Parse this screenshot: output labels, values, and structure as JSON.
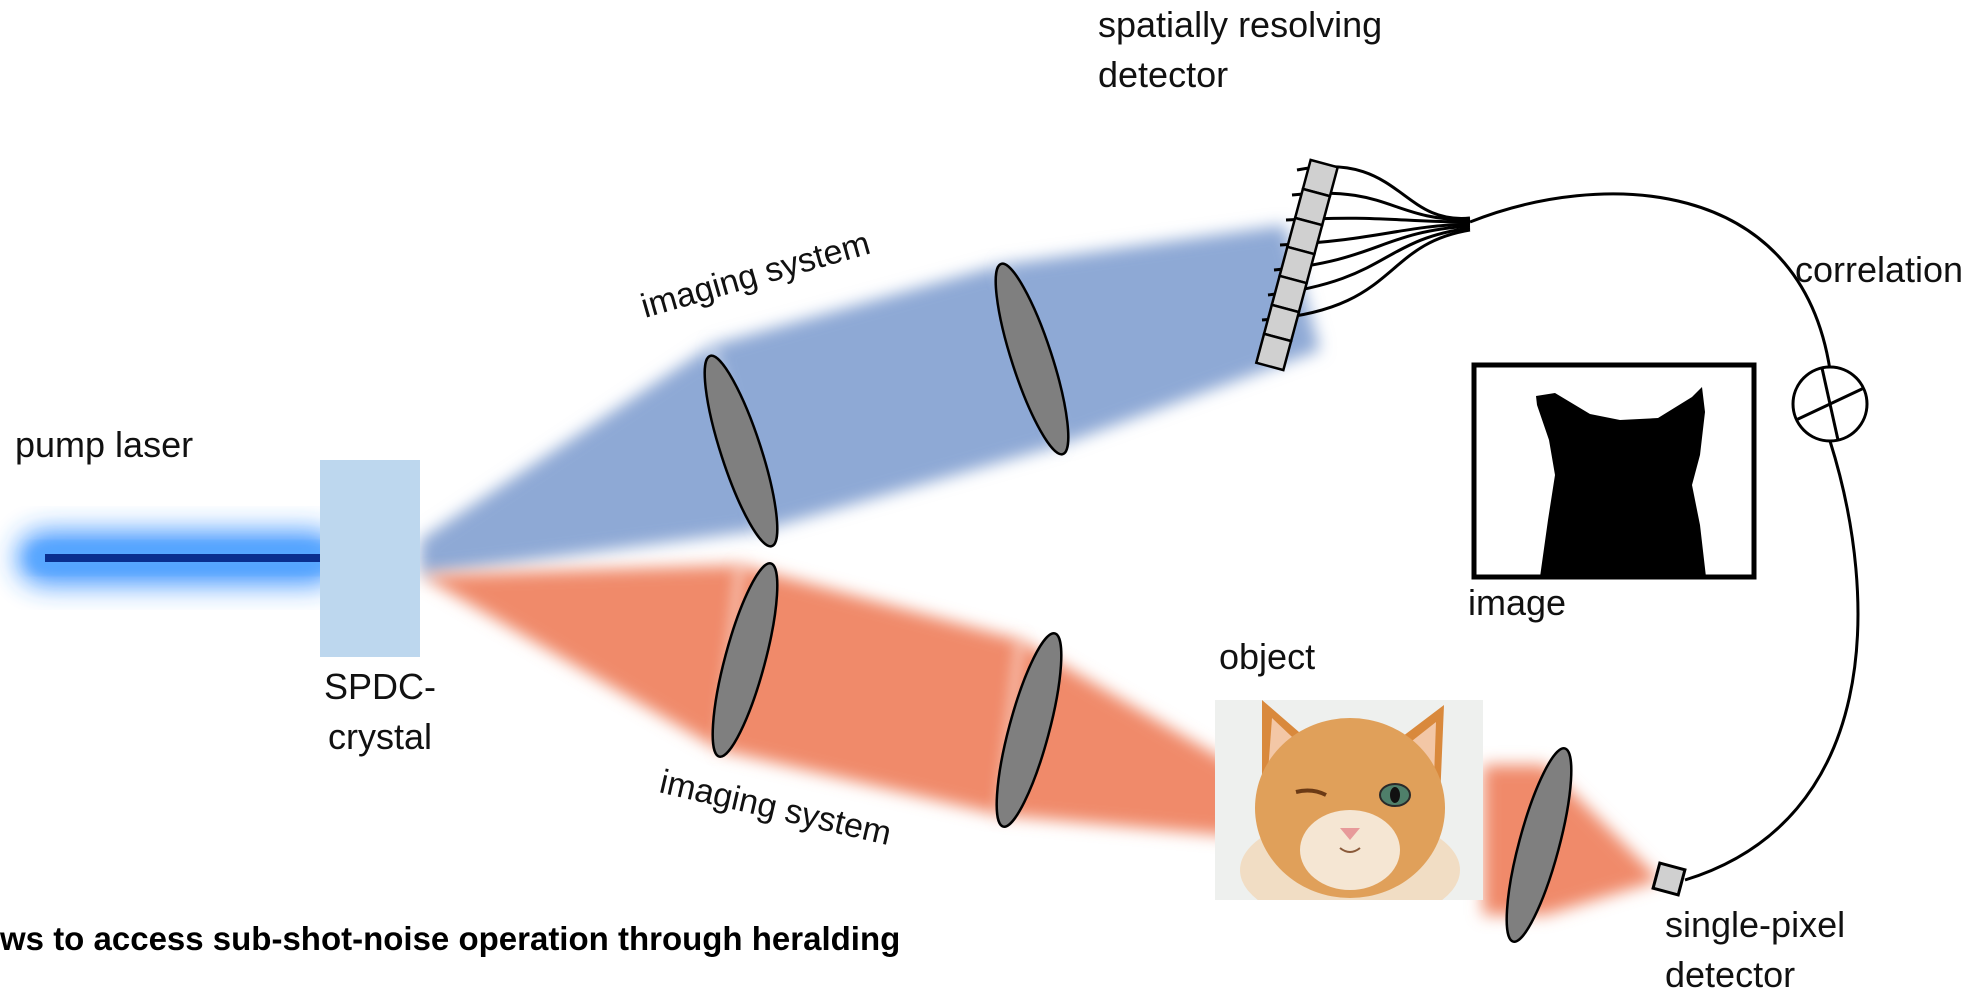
{
  "labels": {
    "pump_laser": "pump laser",
    "spdc_crystal_line1": "SPDC-",
    "spdc_crystal_line2": "crystal",
    "imaging_system_upper": "imaging system",
    "imaging_system_lower": "imaging system",
    "spatial_detector_line1": "spatially resolving",
    "spatial_detector_line2": "detector",
    "correlation": "correlation",
    "image": "image",
    "object": "object",
    "single_pixel_line1": "single-pixel",
    "single_pixel_line2": "detector"
  },
  "caption": "ws to access sub-shot-noise operation through heralding",
  "colors": {
    "pump_beam": "#2f8cff",
    "pump_core": "#0a2f8f",
    "crystal": "#bdd7ee",
    "idler_beam": "#8ea9d5",
    "signal_beam": "#f08a6a",
    "lens": "#7f7f7f",
    "pixel": "#d0d0d0"
  },
  "icons": {
    "object_picture": "cat-photo",
    "image_picture": "cat-silhouette",
    "correlator": "circled-cross-icon"
  }
}
